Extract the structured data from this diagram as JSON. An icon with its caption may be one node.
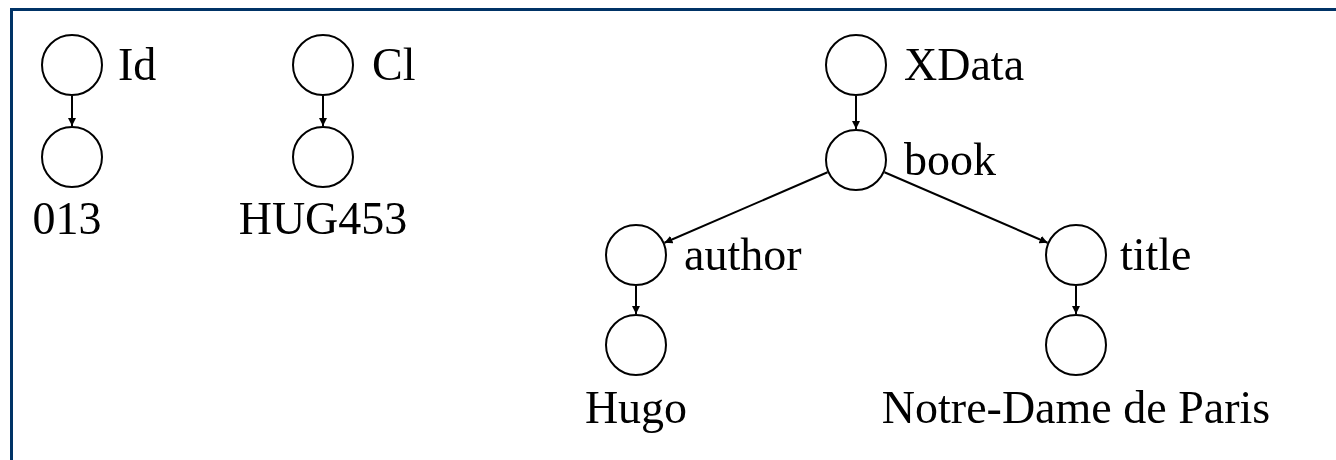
{
  "diagram": {
    "nodes": [
      {
        "text": [],
        "shape": "circle",
        "beside": [
          "Id"
        ]
      },
      {
        "text": [],
        "shape": "circle",
        "beside": [
          "013"
        ]
      },
      {
        "text": [],
        "shape": "circle",
        "beside": [
          "Cl"
        ]
      },
      {
        "text": [],
        "shape": "circle",
        "beside": [
          "HUG453"
        ]
      },
      {
        "text": [],
        "shape": "circle",
        "beside": [
          "XData"
        ]
      },
      {
        "text": [],
        "shape": "circle",
        "beside": [
          "book"
        ]
      },
      {
        "text": [],
        "shape": "circle",
        "beside": [
          "author"
        ]
      },
      {
        "text": [],
        "shape": "circle",
        "beside": [
          "Hugo"
        ]
      },
      {
        "text": [],
        "shape": "circle",
        "beside": [
          "title"
        ]
      },
      {
        "text": [],
        "shape": "circle",
        "beside": [
          "Notre-Dame de Paris"
        ]
      }
    ],
    "edges": [
      {
        "from": 0,
        "to": 1,
        "arrow": "to"
      },
      {
        "from": 2,
        "to": 3,
        "arrow": "to"
      },
      {
        "from": 4,
        "to": 5,
        "arrow": "to"
      },
      {
        "from": 5,
        "to": 6,
        "arrow": "to"
      },
      {
        "from": 5,
        "to": 8,
        "arrow": "to"
      },
      {
        "from": 6,
        "to": 7,
        "arrow": "to"
      },
      {
        "from": 8,
        "to": 9,
        "arrow": "to"
      }
    ]
  }
}
